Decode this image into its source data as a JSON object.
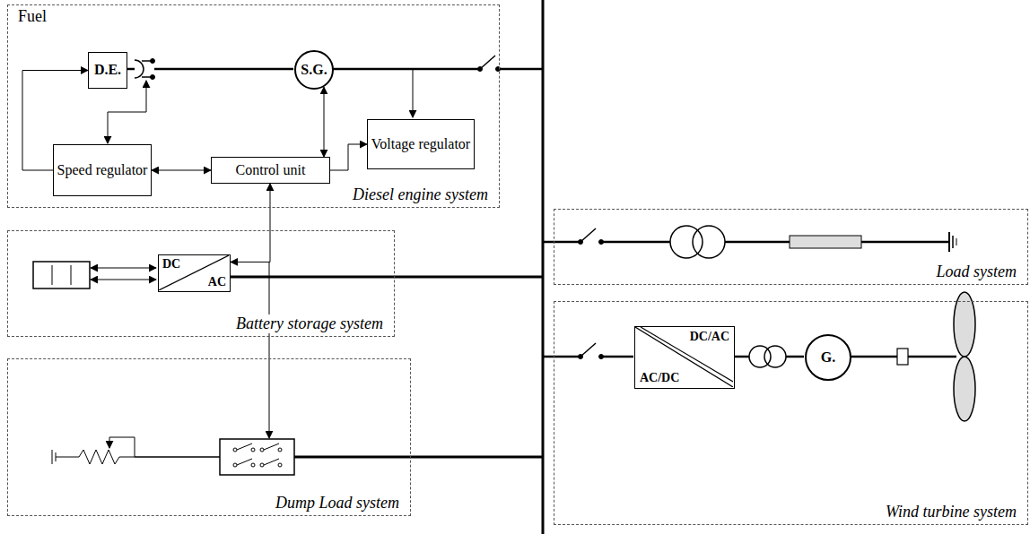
{
  "diagram": {
    "nodes": [
      {
        "text": [
          "Diesel engine system"
        ]
      },
      {
        "text": [
          "D.E."
        ],
        "in": 0
      },
      {
        "text": [
          "S.G."
        ],
        "in": 0
      },
      {
        "text": [
          "Speed regulator"
        ],
        "in": 0
      },
      {
        "text": [
          "Control unit"
        ],
        "in": 0
      },
      {
        "text": [
          "Voltage regulator"
        ],
        "in": 0
      },
      {
        "text": [
          "Load system"
        ]
      },
      {
        "text": [
          "Battery storage system"
        ]
      },
      {
        "text": [
          "DC",
          "AC"
        ],
        "in": 7
      },
      {
        "text": [
          "Dump Load system"
        ]
      },
      {
        "text": [
          "Wind turbine system"
        ]
      },
      {
        "text": [
          "DC/AC",
          "AC/DC"
        ],
        "in": 10
      },
      {
        "text": [
          "G."
        ],
        "in": 10
      }
    ],
    "edges": [
      {
        "from": 3,
        "to": 1,
        "arrow": "to"
      },
      {
        "from": 3,
        "to": 4,
        "arrow": "both"
      },
      {
        "from": 4,
        "to": 2,
        "arrow": "both"
      },
      {
        "from": 4,
        "to": 5,
        "arrow": "to"
      },
      {
        "from": 4,
        "to": 8,
        "arrow": "both"
      }
    ],
    "labels": [
      "Fuel"
    ]
  }
}
